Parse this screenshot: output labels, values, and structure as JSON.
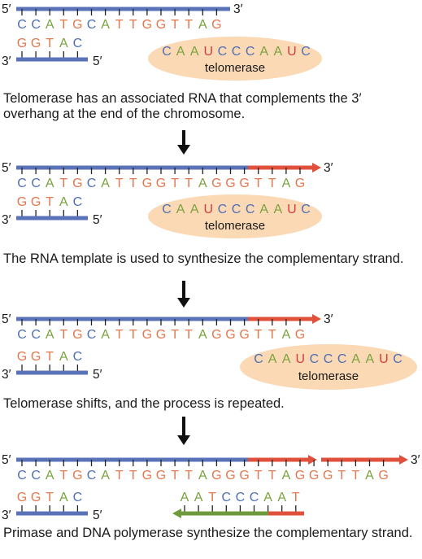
{
  "colors": {
    "strand": "#5a72b8",
    "new_strand": "#e0503a",
    "primer": "#6f9a3c",
    "enzyme": "#fad9b4",
    "A": "#7aa23e",
    "C": "#4f6fb5",
    "G": "#e2784f",
    "T": "#e2784f",
    "U": "#d13f3f",
    "tick": "#222222",
    "arrow": "#111111"
  },
  "labels": {
    "five_prime": "5′",
    "three_prime": "3′"
  },
  "sequences": {
    "top_strand": "CCATGCATTGGTTAG",
    "top_extended_once": "CCATGCATTGGTTAGGGTTAG",
    "top_extended_twice": "CCATGCATTGGTTAGGGTTAGGGTTAG",
    "bottom_strand": "GGTAC",
    "rna_template": "CAAUCCCAAUC",
    "new_complement": "AATCCCAAT"
  },
  "enzyme": {
    "name": "telomerase"
  },
  "captions": {
    "step1": "Telomerase has an associated RNA that complements the 3′ overhang at the end of the chromosome.",
    "step2": "The RNA template is used to synthesize the complementary strand.",
    "step3": "Telomerase shifts, and the process is repeated.",
    "step4": "Primase and DNA polymerase synthesize the complementary strand."
  }
}
